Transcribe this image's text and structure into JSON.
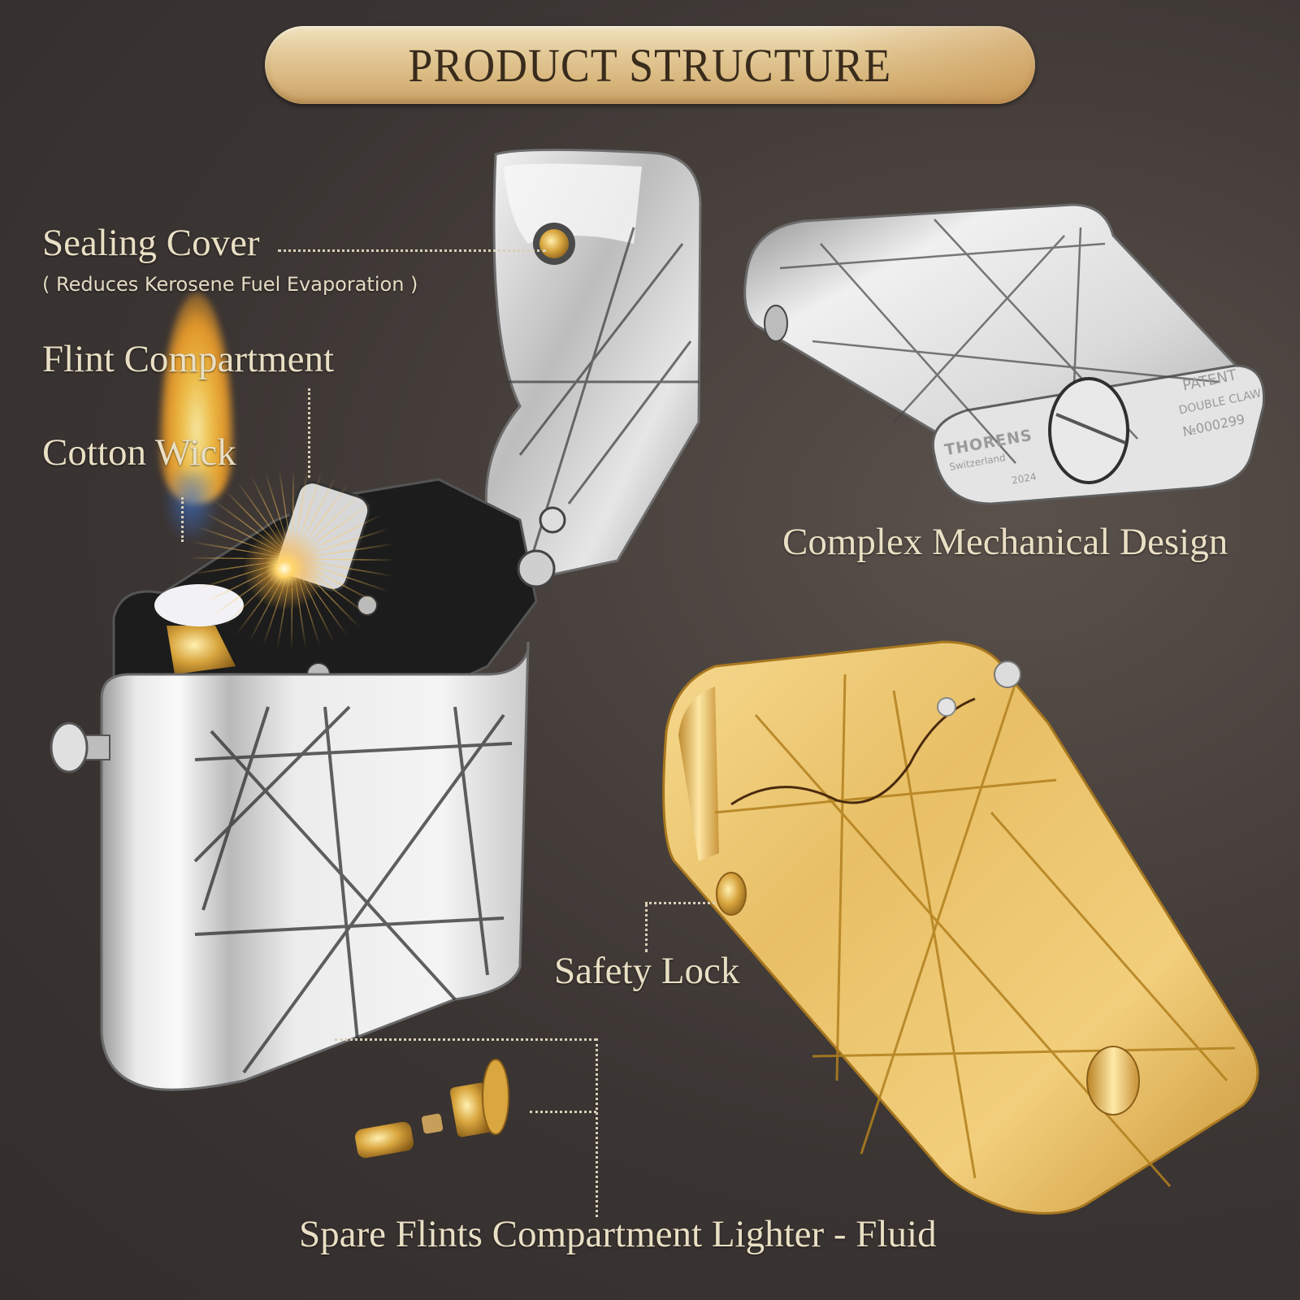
{
  "header": {
    "title": "PRODUCT STRUCTURE"
  },
  "callouts": {
    "sealing_cover": {
      "label": "Sealing Cover",
      "note": "( Reduces Kerosene Fuel Evaporation )"
    },
    "flint_compartment": {
      "label": "Flint Compartment"
    },
    "cotton_wick": {
      "label": "Cotton Wick"
    },
    "complex_design": {
      "label": "Complex Mechanical Design"
    },
    "safety_lock": {
      "label": "Safety Lock"
    },
    "spare_flints": {
      "label": "Spare Flints Compartment Lighter - Fluid"
    }
  },
  "silver_lighter_closed": {
    "engraving_brand": "THORENS",
    "engraving_origin": "Switzerland",
    "engraving_year": "2024",
    "engraving_patent": "PATENT",
    "engraving_type": "DOUBLE CLAW",
    "engraving_number": "№000299"
  },
  "colors": {
    "background": "#352f2f",
    "label_text": "#e9dfc4",
    "title_pill": "#e3ca98",
    "title_text": "#3a2c1c",
    "silver": "#d9d9d9",
    "gold": "#e0b45a"
  }
}
